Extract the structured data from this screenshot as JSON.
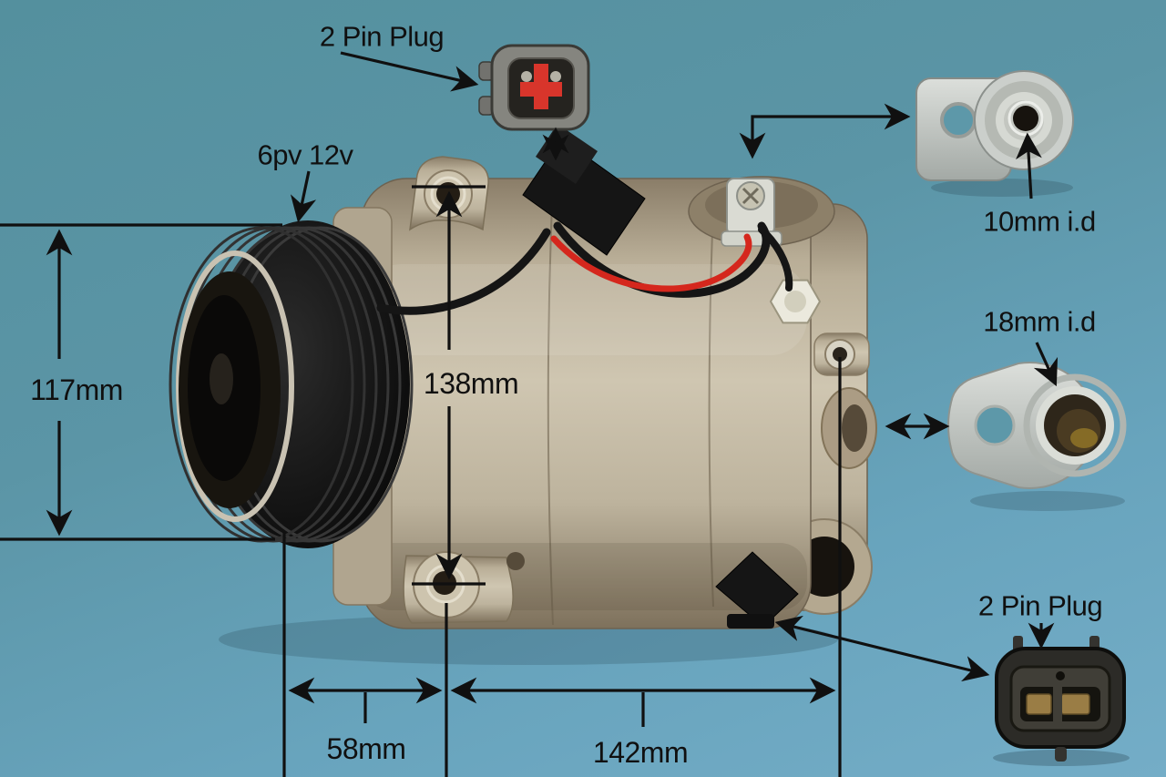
{
  "annotations": {
    "top_connector_label": "2 Pin Plug",
    "pulley_label": "6pv 12v",
    "height_dimension": "117mm",
    "mounting_span_dimension": "138mm",
    "small_port_label": "10mm i.d",
    "large_port_label": "18mm i.d",
    "bottom_connector_label": "2 Pin Plug",
    "front_length_dimension": "58mm",
    "body_length_dimension": "142mm"
  },
  "colors": {
    "background_top": "#54909e",
    "background_bottom": "#74adc7",
    "annotation_ink": "#101010",
    "compressor_body": "#c4bba6",
    "pulley_black": "#0e0e0e",
    "wire_red": "#d5271d",
    "plug_pin_red": "#d8352b",
    "plug_pin_brass": "#9a7d45",
    "fitting_metal": "#c6cac6"
  }
}
